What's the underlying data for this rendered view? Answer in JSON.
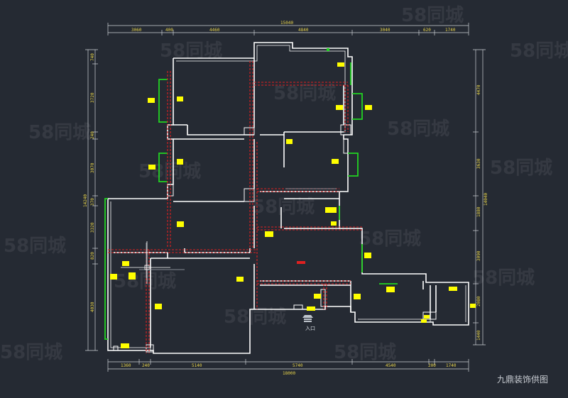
{
  "dimensions": {
    "top_total": "15040",
    "top_segments": [
      "3060",
      "400",
      "4460",
      "4840",
      "3040",
      "620",
      "1740"
    ],
    "bottom_total": "18000",
    "bottom_segments": [
      "1360",
      "240",
      "5140",
      "5740",
      "4540",
      "200",
      "1740"
    ],
    "left_total": "14240",
    "left_segments": [
      "740",
      "3720",
      "240",
      "3070",
      "370",
      "3320",
      "820",
      "4030"
    ],
    "right_total": "14040",
    "right_segments": [
      "4470",
      "3630",
      "1880",
      "3090",
      "2080",
      "1440"
    ]
  },
  "labels": {
    "entrance": "入口",
    "caption": "九鼎装饰供图"
  },
  "watermark": {
    "text": "58同城"
  },
  "colors": {
    "background": "#252a33",
    "wall": "#ffffff",
    "demolition": "#e02020",
    "window": "#22d322",
    "dimension": "#e6d24a",
    "room_tag": "#ffff00"
  }
}
